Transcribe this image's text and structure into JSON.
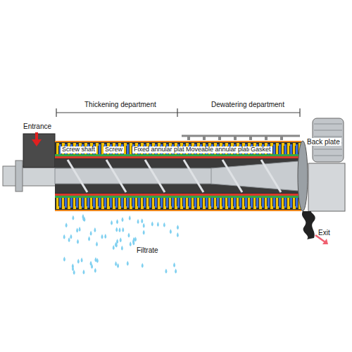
{
  "diagram": {
    "labels": [
      "Entrance",
      "Thickening department",
      "Dewatering department",
      "Screw shaft",
      "Screw",
      "Fixed annular plate",
      "Moveable annular plate",
      "Gasket",
      "Back plate",
      "Exit",
      "Filtrate"
    ]
  }
}
